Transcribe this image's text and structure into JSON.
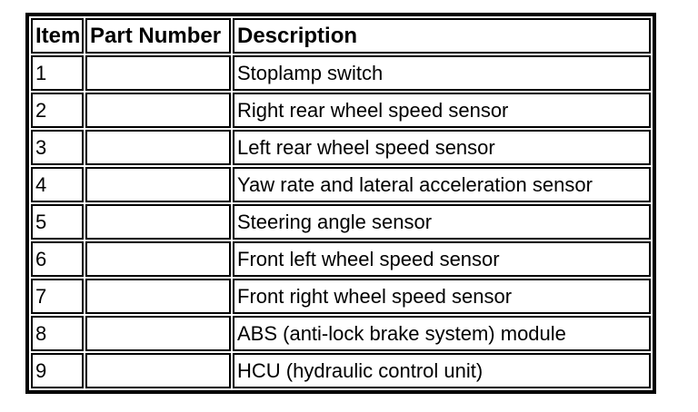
{
  "page": {
    "background_color": "#ffffff",
    "border_color": "#000000"
  },
  "table": {
    "headers": {
      "item": "Item",
      "part_number": "Part Number",
      "description": "Description"
    },
    "rows": [
      {
        "item": "1",
        "part_number": "",
        "description": "Stoplamp switch"
      },
      {
        "item": "2",
        "part_number": "",
        "description": "Right rear wheel speed sensor"
      },
      {
        "item": "3",
        "part_number": "",
        "description": "Left rear wheel speed sensor"
      },
      {
        "item": "4",
        "part_number": "",
        "description": "Yaw rate and lateral acceleration sensor"
      },
      {
        "item": "5",
        "part_number": "",
        "description": "Steering angle sensor"
      },
      {
        "item": "6",
        "part_number": "",
        "description": "Front left wheel speed sensor"
      },
      {
        "item": "7",
        "part_number": "",
        "description": "Front right wheel speed sensor"
      },
      {
        "item": "8",
        "part_number": "",
        "description": "ABS (anti-lock brake system) module"
      },
      {
        "item": "9",
        "part_number": "",
        "description": "HCU (hydraulic control unit)"
      }
    ]
  }
}
